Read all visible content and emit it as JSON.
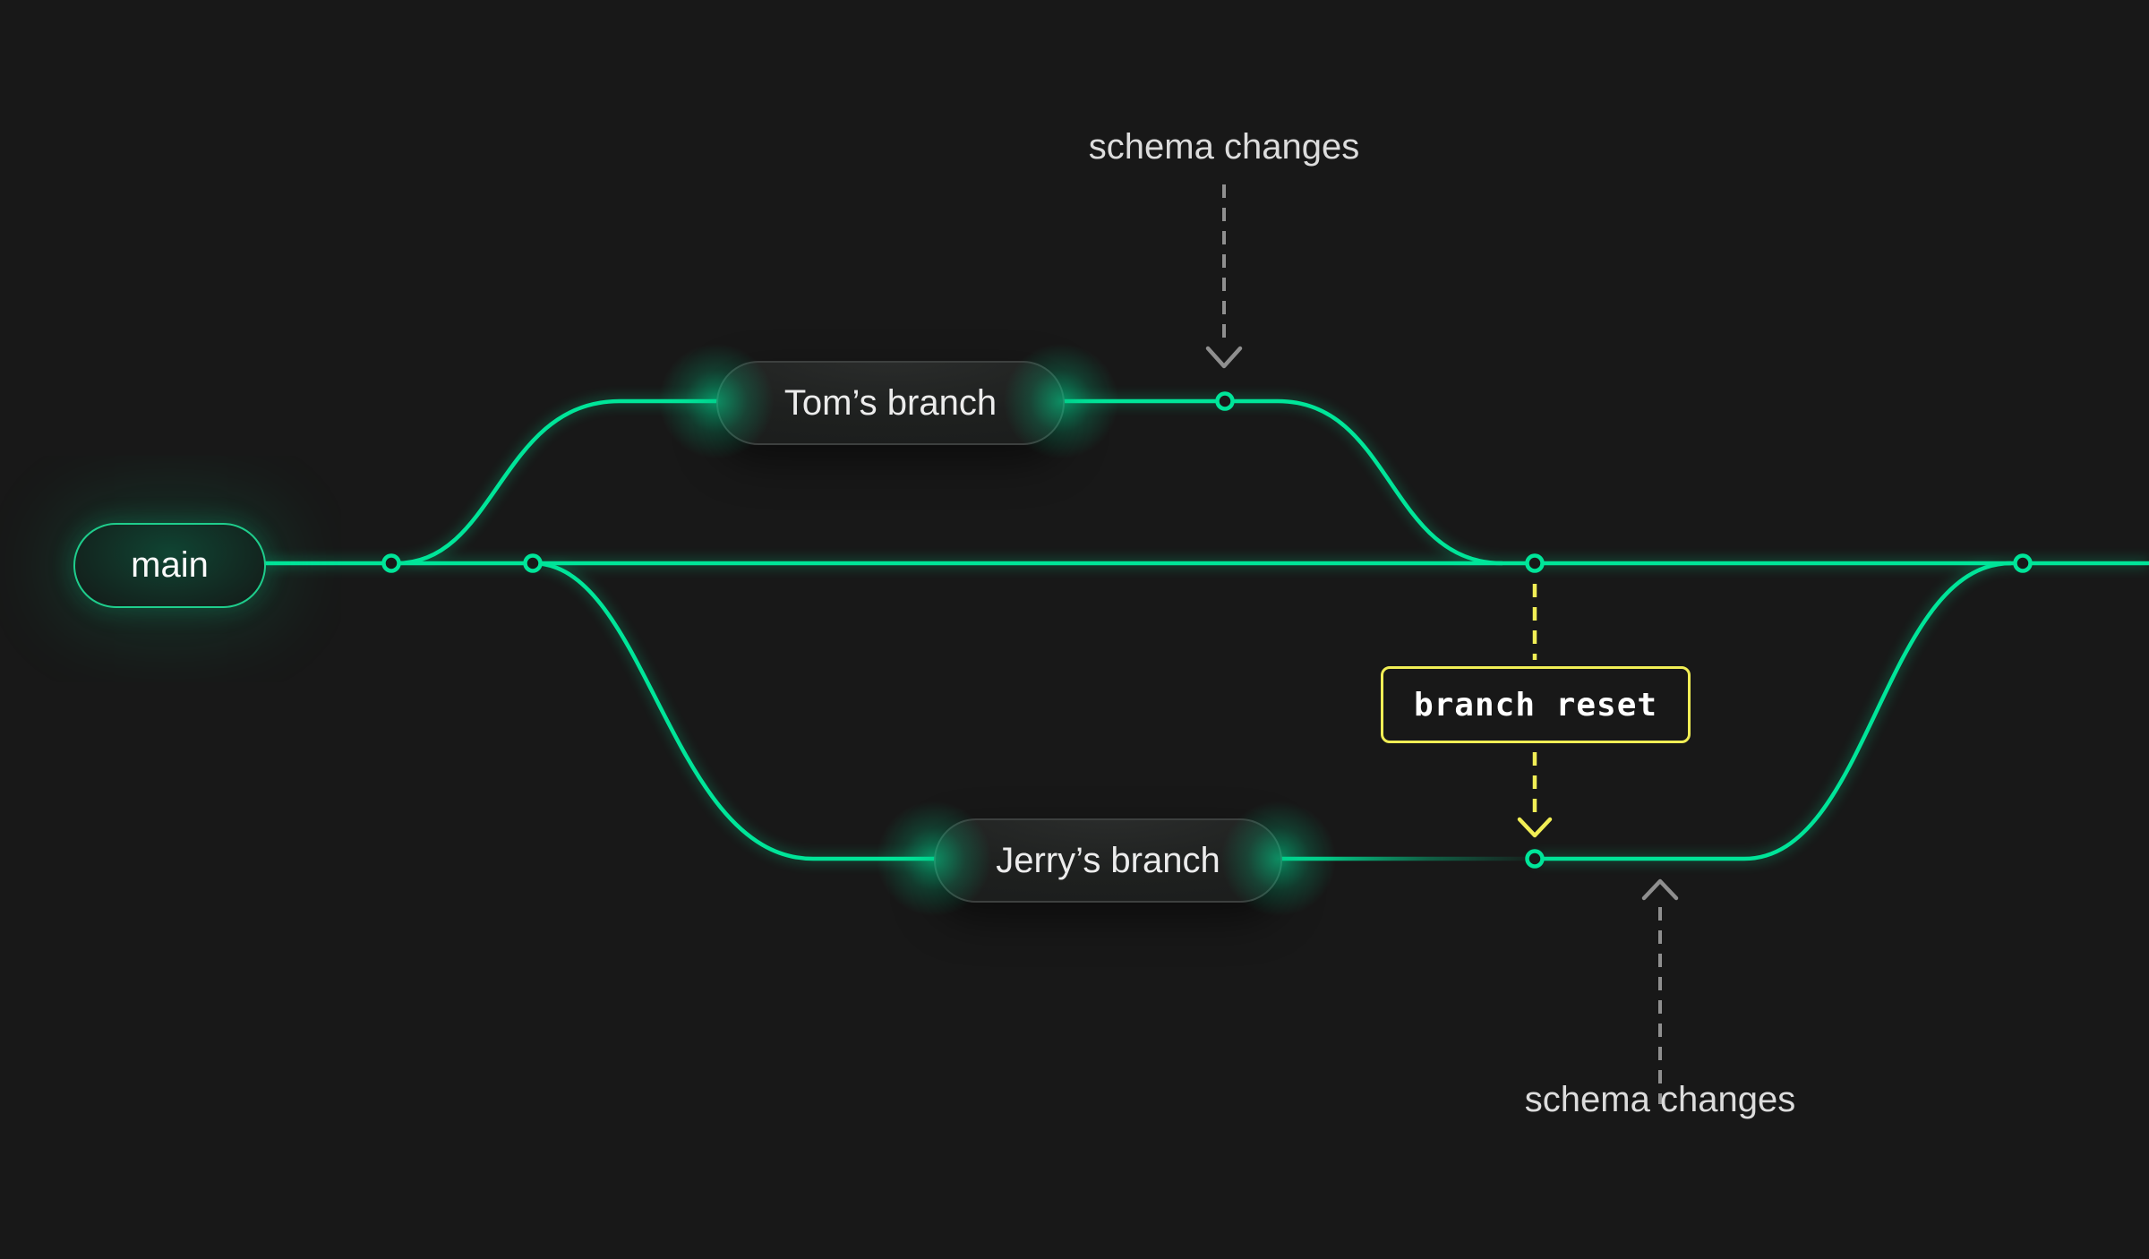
{
  "diagram": {
    "background_color": "#181818",
    "accent_green": "#00e599",
    "accent_yellow": "#f1ee55",
    "arrow_gray": "#8f8f8f",
    "branch_labels": {
      "main": "main",
      "tom": "Tom’s branch",
      "jerry": "Jerry’s branch"
    },
    "annotations": {
      "schema_changes_top": "schema changes",
      "branch_reset": "branch reset",
      "schema_changes_bottom": "schema changes"
    }
  }
}
